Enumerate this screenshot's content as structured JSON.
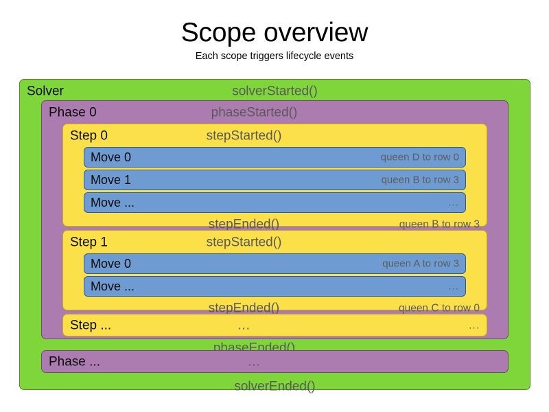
{
  "header": {
    "title": "Scope overview",
    "subtitle": "Each scope triggers lifecycle events"
  },
  "colors": {
    "solver": "#7ED63A",
    "phase": "#AC7CB0",
    "step": "#FBE04A",
    "move": "#6E9BD2",
    "label_text": "#0a0a0a",
    "event_text": "#595959",
    "result_text": "#5d5d5d",
    "background": "#ffffff"
  },
  "diagram": {
    "solver": {
      "label": "Solver",
      "started_event": "solverStarted()",
      "ended_event": "solverEnded()",
      "phases": [
        {
          "label": "Phase 0",
          "started_event": "phaseStarted()",
          "ended_event": "phaseEnded()",
          "steps": [
            {
              "label": "Step 0",
              "started_event": "stepStarted()",
              "ended_event": "stepEnded()",
              "ended_result": "queen B to row 3",
              "moves": [
                {
                  "label": "Move 0",
                  "result": "queen D to row 0"
                },
                {
                  "label": "Move 1",
                  "result": "queen B to row 3"
                },
                {
                  "label": "Move ...",
                  "result": "..."
                }
              ]
            },
            {
              "label": "Step 1",
              "started_event": "stepStarted()",
              "ended_event": "stepEnded()",
              "ended_result": "queen C to row 0",
              "moves": [
                {
                  "label": "Move 0",
                  "result": "queen A to row 3"
                },
                {
                  "label": "Move ...",
                  "result": "..."
                }
              ]
            }
          ],
          "step_ellipsis": {
            "label": "Step ...",
            "event": "...",
            "result": "..."
          }
        }
      ],
      "phase_ellipsis": {
        "label": "Phase ...",
        "event": "..."
      }
    }
  }
}
